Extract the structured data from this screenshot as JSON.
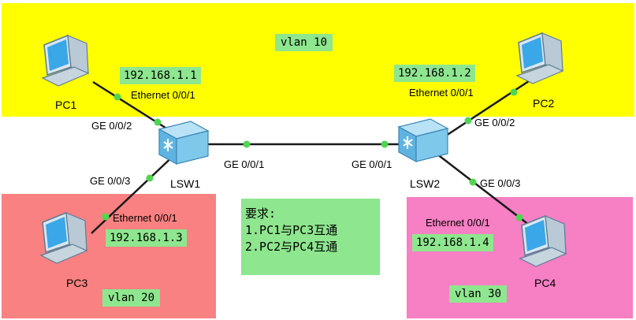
{
  "zones": {
    "top_vlan": "vlan 10",
    "left_vlan": "vlan 20",
    "right_vlan": "vlan 30"
  },
  "devices": {
    "pc1": "PC1",
    "pc2": "PC2",
    "pc3": "PC3",
    "pc4": "PC4",
    "lsw1": "LSW1",
    "lsw2": "LSW2"
  },
  "ips": {
    "pc1": "192.168.1.1",
    "pc2": "192.168.1.2",
    "pc3": "192.168.1.3",
    "pc4": "192.168.1.4"
  },
  "ports": {
    "pc1_eth": "Ethernet 0/0/1",
    "pc2_eth": "Ethernet 0/0/1",
    "pc3_eth": "Ethernet 0/0/1",
    "pc4_eth": "Ethernet 0/0/1",
    "lsw1_ge2": "GE 0/0/2",
    "lsw1_ge3": "GE 0/0/3",
    "lsw1_ge1": "GE 0/0/1",
    "lsw2_ge1": "GE 0/0/1",
    "lsw2_ge2": "GE 0/0/2",
    "lsw2_ge3": "GE 0/0/3"
  },
  "requirements": {
    "title": "要求:",
    "line1": "1.PC1与PC3互通",
    "line2": "2.PC2与PC4互通"
  },
  "colors": {
    "vlan10_zone": "#ffff00",
    "vlan20_zone": "#f98181",
    "vlan30_zone": "#f77fc3",
    "label_bg": "#8ee68e",
    "link_dot": "#4fd64f",
    "switch_body": "#7ec8ec"
  }
}
